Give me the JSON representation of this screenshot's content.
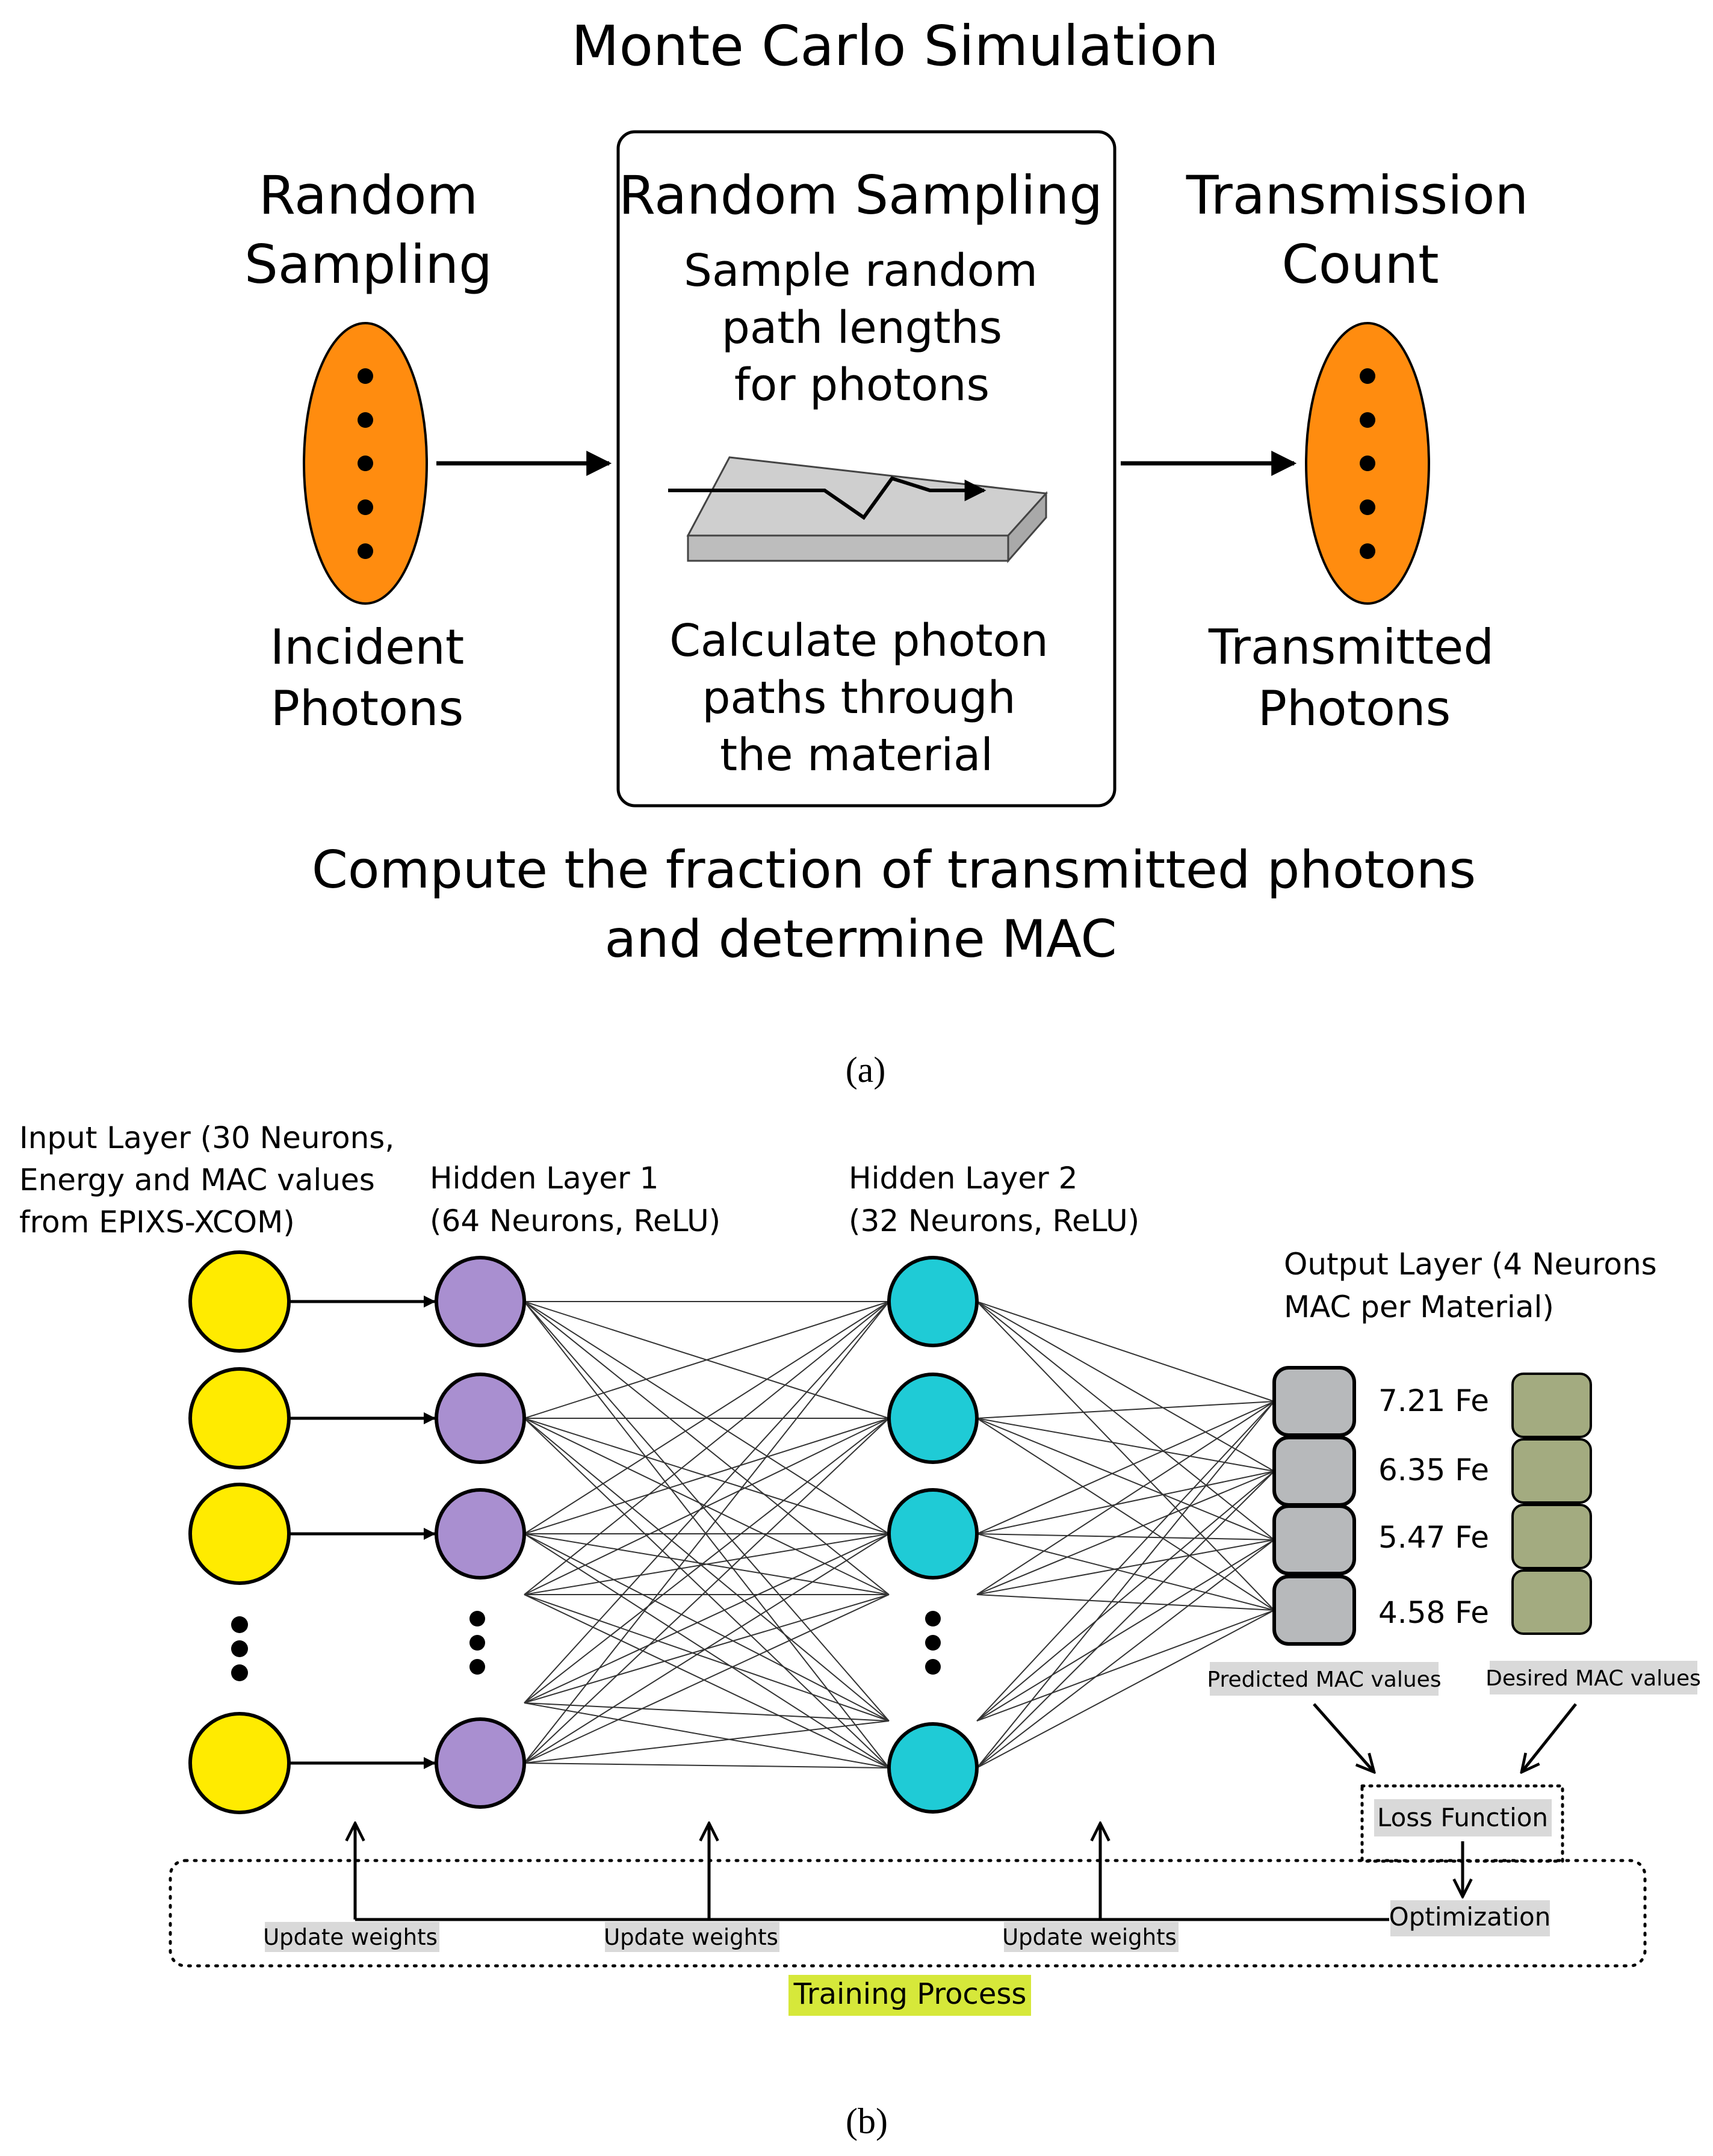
{
  "panel_a": {
    "title": "Monte Carlo Simulation",
    "left": {
      "heading_line1": "Random",
      "heading_line2": "Sampling",
      "caption_line1": "Incident",
      "caption_line2": "Photons"
    },
    "center": {
      "heading": "Random Sampling",
      "text_line1": "Sample random",
      "text_line2": "path lengths",
      "text_line3": "for photons",
      "bottom_line1": "Calculate photon",
      "bottom_line2": "paths through",
      "bottom_line3": "the material"
    },
    "right": {
      "heading_line1": "Transmission",
      "heading_line2": "Count",
      "caption_line1": "Transmitted",
      "caption_line2": "Photons"
    },
    "footer_line1": "Compute the fraction of transmitted photons",
    "footer_line2": "and determine MAC",
    "label": "(a)"
  },
  "panel_b": {
    "input_layer": {
      "line1": "Input Layer (30 Neurons,",
      "line2": "Energy and MAC values",
      "line3": "from EPIXS-XCOM)"
    },
    "hidden1": {
      "line1": "Hidden Layer 1",
      "line2": "(64 Neurons, ReLU)"
    },
    "hidden2": {
      "line1": "Hidden Layer 2",
      "line2": "(32 Neurons, ReLU)"
    },
    "output_layer": {
      "line1": "Output Layer (4 Neurons",
      "line2": "MAC per Material)"
    },
    "outputs": [
      "7.21 Fe",
      "6.35 Fe",
      "5.47 Fe",
      "4.58 Fe"
    ],
    "predicted_label": "Predicted MAC values",
    "desired_label": "Desired MAC values",
    "loss_label": "Loss Function",
    "optimization_label": "Optimization",
    "update_label_1": "Update weights",
    "update_label_2": "Update weights",
    "update_label_3": "Update weights",
    "training_label": "Training Process",
    "label": "(b)"
  },
  "colors": {
    "photon_orange": "#ff8c0f",
    "input_yellow": "#ffeb00",
    "hidden1_purple": "#a98fd0",
    "hidden2_cyan": "#1fcbd6",
    "output_gray": "#b7b9bb",
    "desired_green": "#a3ab80",
    "label_highlight": "#d9d9d9",
    "training_highlight": "#d6e83a"
  }
}
